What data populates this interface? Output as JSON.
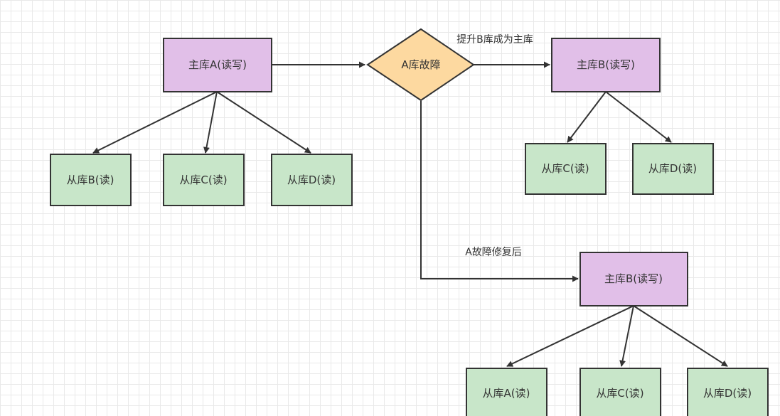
{
  "colors": {
    "master_fill": "#e1bfe8",
    "slave_fill": "#c8e6c9",
    "decision_fill": "#fdd9a0",
    "stroke": "#333333",
    "grid": "#e9e9e9"
  },
  "nodes": {
    "master_a": "主库A(读写)",
    "slave_b": "从库B(读)",
    "slave_c": "从库C(读)",
    "slave_d": "从库D(读)",
    "fault": "A库故障",
    "master_b_top": "主库B(读写)",
    "slave_c_right": "从库C(读)",
    "slave_d_right": "从库D(读)",
    "master_b_bottom": "主库B(读写)",
    "slave_a_bottom": "从库A(读)",
    "slave_c_bottom": "从库C(读)",
    "slave_d_bottom": "从库D(读)"
  },
  "edge_labels": {
    "promote": "提升B库成为主库",
    "repaired": "A故障修复后"
  }
}
